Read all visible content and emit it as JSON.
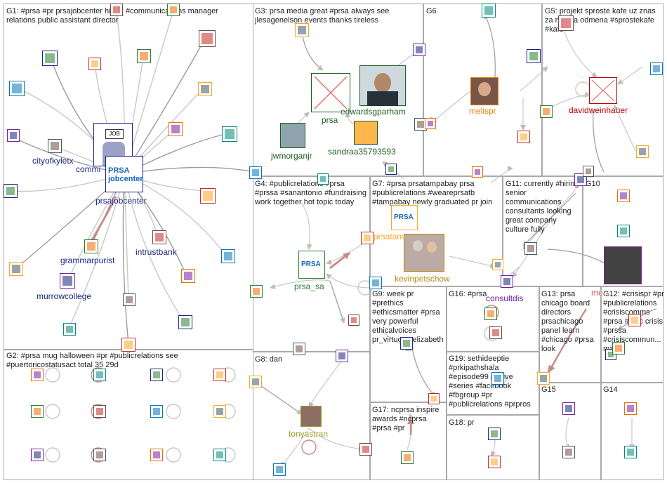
{
  "groups": [
    {
      "id": "G1",
      "text": "G1: #prsa #pr prsajobcenter hiring #communications manager relations public assistant director"
    },
    {
      "id": "G2",
      "text": "G2: #prsa mug halloween #pr #publicrelations see #puertoricostatusact total 35 29d"
    },
    {
      "id": "G3",
      "text": "G3: prsa media great #prsa always see jlesagenelson events thanks tireless"
    },
    {
      "id": "G4",
      "text": "G4: #publicrelations #prsa #prssa #sanantonio #fundraising work together hot topic today"
    },
    {
      "id": "G5",
      "text": "G5: projekt sproste kafe uz znas za nejaka odmena #sprostekafe #kafe"
    },
    {
      "id": "G6",
      "text": "G6"
    },
    {
      "id": "G7",
      "text": "G7: #prsa prsatampabay prsa #publicrelations #weareprsatb #tampabay newly graduated pr join"
    },
    {
      "id": "G8",
      "text": "G8: dan"
    },
    {
      "id": "G9",
      "text": "G9: week pr #prethics #ethicsmatter #prsa very powerful ethicalvoices pr_virtuoso elizabeth"
    },
    {
      "id": "G10",
      "text": "G10"
    },
    {
      "id": "G11",
      "text": "G11: currently #hiring senior communications consultants looking great company culture fully"
    },
    {
      "id": "G12",
      "text": "G12: #crisispr #pr #publicrelations #crisiscomms #prsa #iabc crisis #prssa #crisiscommun... many"
    },
    {
      "id": "G13",
      "text": "G13: prsa chicago board directors prsachicago panel learn #chicago #prsa look"
    },
    {
      "id": "G14",
      "text": "G14"
    },
    {
      "id": "G15",
      "text": "G15"
    },
    {
      "id": "G16",
      "text": "G16: #prsa"
    },
    {
      "id": "G17",
      "text": "G17: ncprsa inspire awards #ncprsa #prsa #pr"
    },
    {
      "id": "G18",
      "text": "G18: pr"
    },
    {
      "id": "G19",
      "text": "G19: sethideeptie #prkipathshala #episode99 #fblive #series #facebook #fbgroup #pr #publicrelations #prpros"
    }
  ],
  "node_labels": [
    {
      "id": "prsajobcenter",
      "text": "prsajobcenter",
      "color": "#1a237e"
    },
    {
      "id": "cityofkyletx",
      "text": "cityofkyletx",
      "color": "#1a237e"
    },
    {
      "id": "commiss",
      "text": "commi",
      "color": "#1a237e"
    },
    {
      "id": "grammarpurist",
      "text": "grammarpurist",
      "color": "#1a237e"
    },
    {
      "id": "intrustbank",
      "text": "intrustbank",
      "color": "#1a237e"
    },
    {
      "id": "murrowcollege",
      "text": "murrowcollege",
      "color": "#1a237e"
    },
    {
      "id": "edwardsgparham",
      "text": "edwardsgparham",
      "color": "#1b5e20"
    },
    {
      "id": "prsa",
      "text": "prsa",
      "color": "#1b5e20"
    },
    {
      "id": "jwmorganjr",
      "text": "jwmorganjr",
      "color": "#1b5e20"
    },
    {
      "id": "sandraa35793593",
      "text": "sandraa35793593",
      "color": "#1b5e20"
    },
    {
      "id": "melispr",
      "text": "melispr",
      "color": "#e67e00"
    },
    {
      "id": "davidweinhauer",
      "text": "davidweinhauer",
      "color": "#c00000"
    },
    {
      "id": "prsa_sa",
      "text": "prsa_sa",
      "color": "#2e7d32"
    },
    {
      "id": "prsatampabay",
      "text": "prsatam",
      "color": "#f9a825"
    },
    {
      "id": "kevinpetschow",
      "text": "kevinpetschow",
      "color": "#b8860b"
    },
    {
      "id": "consultdis",
      "text": "consultdis",
      "color": "#6a1b9a"
    },
    {
      "id": "tonyastran",
      "text": "tonyastran",
      "color": "#9e9d24"
    },
    {
      "id": "g12node",
      "text": "me...",
      "color": "#c06060"
    }
  ],
  "colors": {
    "edge": "#c8c8c8",
    "edge_dark": "#9b9b9b",
    "edge_pink": "#c98a8a",
    "box_border": "#a9a9a9"
  }
}
